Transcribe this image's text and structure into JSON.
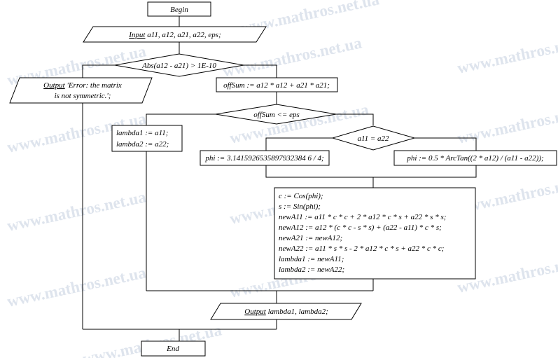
{
  "watermark": "www.mathros.net.ua",
  "blocks": {
    "begin": "Begin",
    "input_kw": "Input",
    "input_rest": " a11, a12, a21, a22, eps;",
    "cond_symmetric": "Abs(a12 - a21) > 1E-10",
    "error_kw": "Output",
    "error_line1": " 'Error: the matrix",
    "error_line2": "is not symmetric.';",
    "offsum": "offSum := a12 * a12 + a21 * a21;",
    "cond_offsum": "offSum <= eps",
    "lambda_line1": "lambda1 := a11;",
    "lambda_line2": "lambda2 := a22;",
    "cond_a11": "a11 = a22",
    "phi_const": "phi := 3.1415926535897932384 6 / 4;",
    "phi_arctan": "phi := 0.5 * ArcTan((2 * a12) / (a11 - a22));",
    "rotation": [
      "c := Cos(phi);",
      "s := Sin(phi);",
      "newA11 := a11 * c * c + 2 * a12 * c * s + a22 * s * s;",
      "newA12 := a12 * (c * c - s * s) + (a22 - a11) * c * s;",
      "newA21 := newA12;",
      "newA22 := a11 * s * s - 2 * a12 * c * s + a22 * c * c;",
      "lambda1 := newA11;",
      "lambda2 := newA22;"
    ],
    "output_kw": "Output",
    "output_rest": " lambda1, lambda2;",
    "end": "End"
  }
}
